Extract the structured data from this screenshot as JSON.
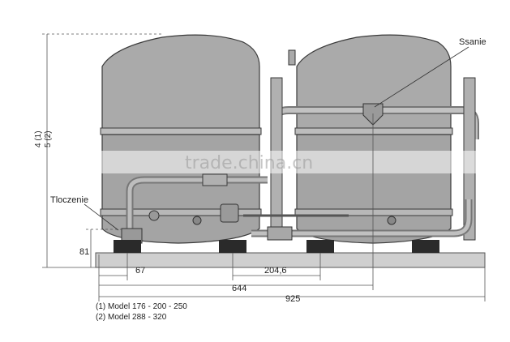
{
  "labels": {
    "suction": "Ssanie",
    "discharge": "Tloczenie",
    "height_1": "4 (1)",
    "height_2": "5 (2)",
    "dim_81": "81",
    "dim_67": "67",
    "dim_204": "204,6",
    "dim_644": "644",
    "dim_925": "925"
  },
  "notes": [
    "(1) Model  176 - 200 - 250",
    "(2) Model  288 - 320"
  ],
  "watermark": "trade.china.cn",
  "colors": {
    "shell": "#aaaaaa",
    "shell_dark": "#8c8c8c",
    "outline": "#3a3a3a",
    "dimension": "#555555",
    "base": "#cfcfcf",
    "foot": "#2a2a2a"
  }
}
